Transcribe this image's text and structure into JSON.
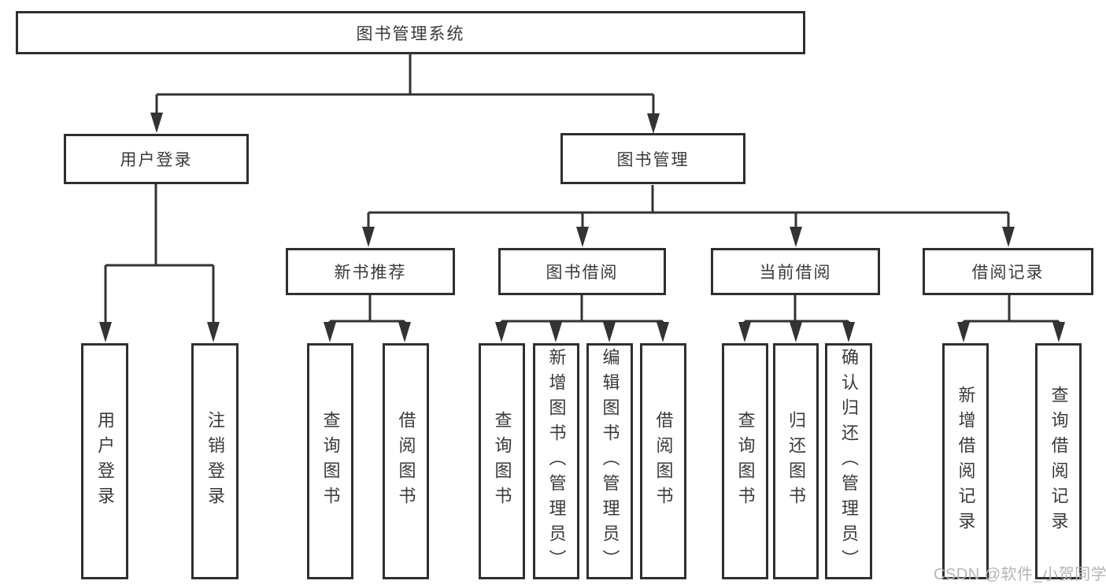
{
  "diagram": {
    "type": "hierarchy-tree",
    "root": {
      "label": "图书管理系统",
      "children": [
        {
          "label": "用户登录",
          "children": [
            {
              "label": "用户登录"
            },
            {
              "label": "注销登录"
            }
          ]
        },
        {
          "label": "图书管理",
          "children": [
            {
              "label": "新书推荐",
              "children": [
                {
                  "label": "查询图书"
                },
                {
                  "label": "借阅图书"
                }
              ]
            },
            {
              "label": "图书借阅",
              "children": [
                {
                  "label": "查询图书"
                },
                {
                  "label": "新增图书（管理员）"
                },
                {
                  "label": "编辑图书（管理员）"
                },
                {
                  "label": "借阅图书"
                }
              ]
            },
            {
              "label": "当前借阅",
              "children": [
                {
                  "label": "查询图书"
                },
                {
                  "label": "归还图书"
                },
                {
                  "label": "确认归还（管理员）"
                }
              ]
            },
            {
              "label": "借阅记录",
              "children": [
                {
                  "label": "新增借阅记录"
                },
                {
                  "label": "查询借阅记录"
                }
              ]
            }
          ]
        }
      ]
    }
  },
  "watermark": {
    "text": "CSDN @软件_小贺同学"
  },
  "colors": {
    "line": "#333333",
    "border": "#2f2f2f",
    "text": "#3a3a3a",
    "watermark": "#b5b5b5",
    "background": "#ffffff"
  }
}
